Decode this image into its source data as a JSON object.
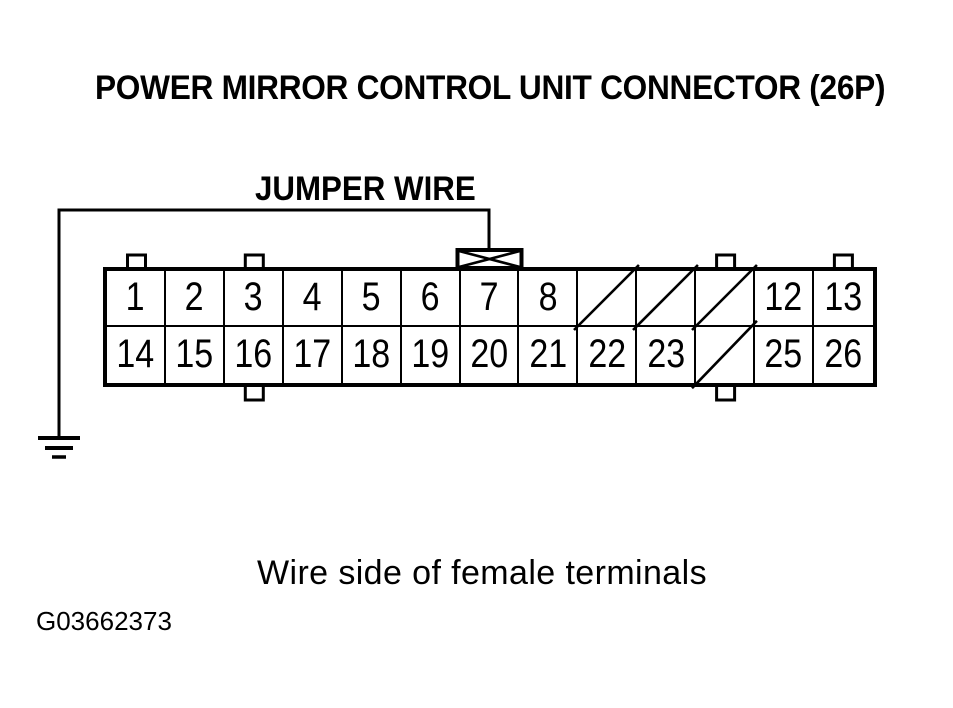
{
  "page": {
    "title": "POWER MIRROR CONTROL UNIT CONNECTOR (26P)",
    "caption": "Wire side of female terminals",
    "figure_id": "G03662373"
  },
  "jumper": {
    "label": "JUMPER WIRE",
    "connected_pin": "7",
    "probe_icon": "x-box-probe",
    "ground_icon": "earth-ground-symbol"
  },
  "connector": {
    "pin_count_label": "26P",
    "rows": [
      {
        "cells": [
          {
            "label": "1",
            "blocked": false
          },
          {
            "label": "2",
            "blocked": false
          },
          {
            "label": "3",
            "blocked": false
          },
          {
            "label": "4",
            "blocked": false
          },
          {
            "label": "5",
            "blocked": false
          },
          {
            "label": "6",
            "blocked": false
          },
          {
            "label": "7",
            "blocked": false
          },
          {
            "label": "8",
            "blocked": false
          },
          {
            "label": "",
            "blocked": true
          },
          {
            "label": "",
            "blocked": true
          },
          {
            "label": "",
            "blocked": true
          },
          {
            "label": "12",
            "blocked": false
          },
          {
            "label": "13",
            "blocked": false
          }
        ]
      },
      {
        "cells": [
          {
            "label": "14",
            "blocked": false
          },
          {
            "label": "15",
            "blocked": false
          },
          {
            "label": "16",
            "blocked": false
          },
          {
            "label": "17",
            "blocked": false
          },
          {
            "label": "18",
            "blocked": false
          },
          {
            "label": "19",
            "blocked": false
          },
          {
            "label": "20",
            "blocked": false
          },
          {
            "label": "21",
            "blocked": false
          },
          {
            "label": "22",
            "blocked": false
          },
          {
            "label": "23",
            "blocked": false
          },
          {
            "label": "",
            "blocked": true
          },
          {
            "label": "25",
            "blocked": false
          },
          {
            "label": "26",
            "blocked": false
          }
        ]
      }
    ]
  },
  "colors": {
    "ink": "#000000",
    "paper": "#ffffff"
  }
}
